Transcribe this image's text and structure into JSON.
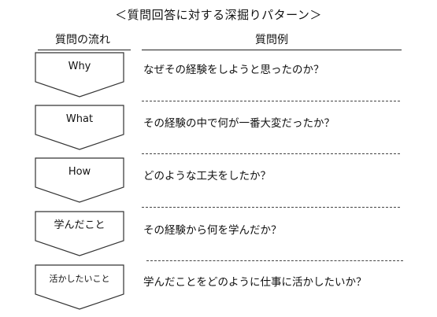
{
  "title": "＜質問回答に対する深掘りパターン＞",
  "columns": {
    "flow": "質問の流れ",
    "examples": "質問例"
  },
  "steps": [
    {
      "label": "Why",
      "question": "なぜその経験をしようと思ったのか？"
    },
    {
      "label": "What",
      "question": "その経験の中で何が一番大変だったか？"
    },
    {
      "label": "How",
      "question": "どのような工夫をしたか？"
    },
    {
      "label": "学んだこと",
      "question": "その経験から何を学んだか？"
    },
    {
      "label": "活かしたいこと",
      "question": "学んだことをどのように仕事に活かしたいか？"
    }
  ]
}
